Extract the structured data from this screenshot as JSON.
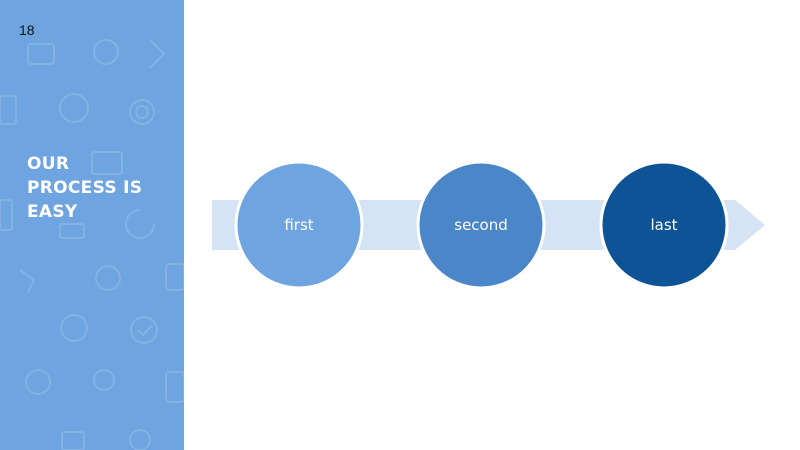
{
  "slide": {
    "number": "18",
    "title": "OUR\nPROCESS IS\nEASY"
  },
  "process": {
    "steps": [
      {
        "label": "first",
        "color": "#6ea4df"
      },
      {
        "label": "second",
        "color": "#4a86c8"
      },
      {
        "label": "last",
        "color": "#0e5395"
      }
    ],
    "arrow_color": "#d5e4f4",
    "sidebar_color": "#6ea4df"
  }
}
